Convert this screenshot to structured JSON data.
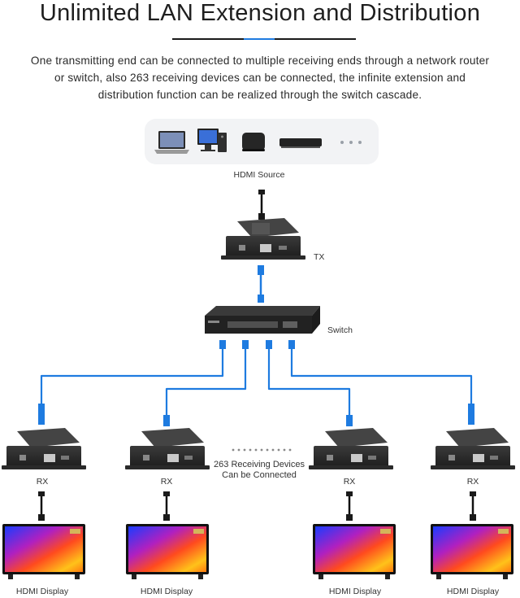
{
  "header": {
    "title": "Unlimited LAN Extension and Distribution",
    "description_lines": [
      "One transmitting end can be connected to multiple receiving ends through a network router",
      "or switch, also 263 receiving devices can be connected, the infinite extension and",
      "distribution function can be realized through the switch cascade."
    ]
  },
  "labels": {
    "source": "HDMI Source",
    "tx": "TX",
    "switch": "Switch",
    "rx": "RX",
    "display": "HDMI Display",
    "receiving_line1": "263 Receiving Devices",
    "receiving_line2": "Can be Connected"
  },
  "icons": {
    "source_devices": [
      "laptop-icon",
      "desktop-computer-icon",
      "tv-box-icon",
      "media-player-icon",
      "ellipsis-icon"
    ],
    "devices": [
      "transmitter-icon",
      "network-switch-icon",
      "receiver-icon",
      "hdmi-display-icon",
      "hdmi-cable-icon",
      "ethernet-cable-icon"
    ]
  },
  "colors": {
    "ethernet_cable": "#1e7be0",
    "title_accent": "#1e7be0",
    "device_body": "#2b2b2b"
  }
}
